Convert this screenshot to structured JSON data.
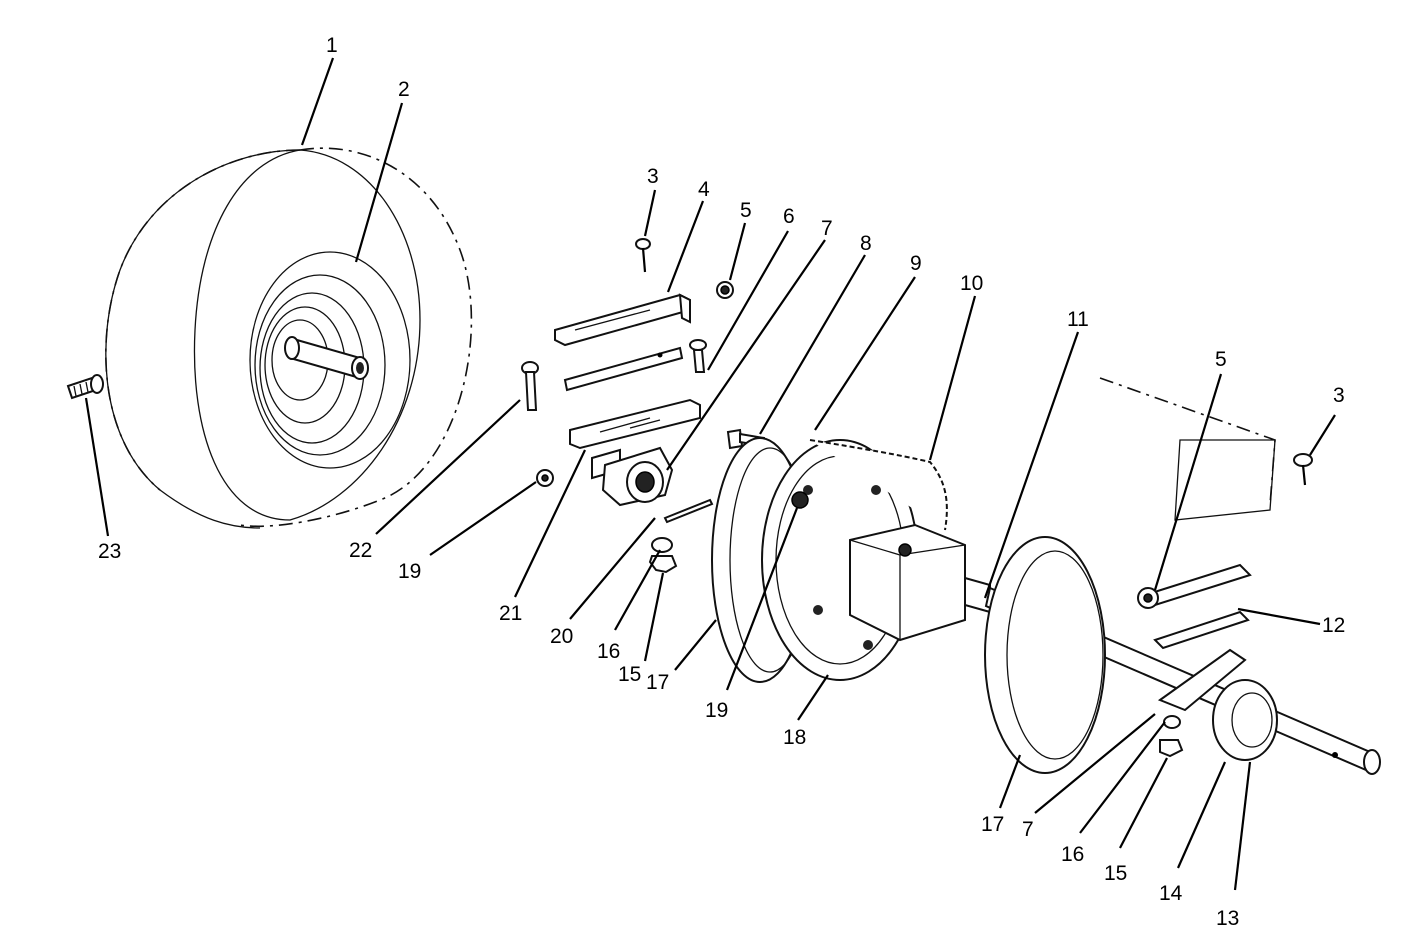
{
  "callouts": [
    {
      "id": "c1",
      "text": "1"
    },
    {
      "id": "c2",
      "text": "2"
    },
    {
      "id": "c3a",
      "text": "3"
    },
    {
      "id": "c4",
      "text": "4"
    },
    {
      "id": "c5a",
      "text": "5"
    },
    {
      "id": "c6",
      "text": "6"
    },
    {
      "id": "c7a",
      "text": "7"
    },
    {
      "id": "c8",
      "text": "8"
    },
    {
      "id": "c9",
      "text": "9"
    },
    {
      "id": "c10",
      "text": "10"
    },
    {
      "id": "c11",
      "text": "11"
    },
    {
      "id": "c5b",
      "text": "5"
    },
    {
      "id": "c3b",
      "text": "3"
    },
    {
      "id": "c12",
      "text": "12"
    },
    {
      "id": "c23",
      "text": "23"
    },
    {
      "id": "c22",
      "text": "22"
    },
    {
      "id": "c19a",
      "text": "19"
    },
    {
      "id": "c21",
      "text": "21"
    },
    {
      "id": "c20",
      "text": "20"
    },
    {
      "id": "c16a",
      "text": "16"
    },
    {
      "id": "c15a",
      "text": "15"
    },
    {
      "id": "c17a",
      "text": "17"
    },
    {
      "id": "c19b",
      "text": "19"
    },
    {
      "id": "c18",
      "text": "18"
    },
    {
      "id": "c17b",
      "text": "17"
    },
    {
      "id": "c7b",
      "text": "7"
    },
    {
      "id": "c16b",
      "text": "16"
    },
    {
      "id": "c15b",
      "text": "15"
    },
    {
      "id": "c14",
      "text": "14"
    },
    {
      "id": "c13",
      "text": "13"
    }
  ]
}
